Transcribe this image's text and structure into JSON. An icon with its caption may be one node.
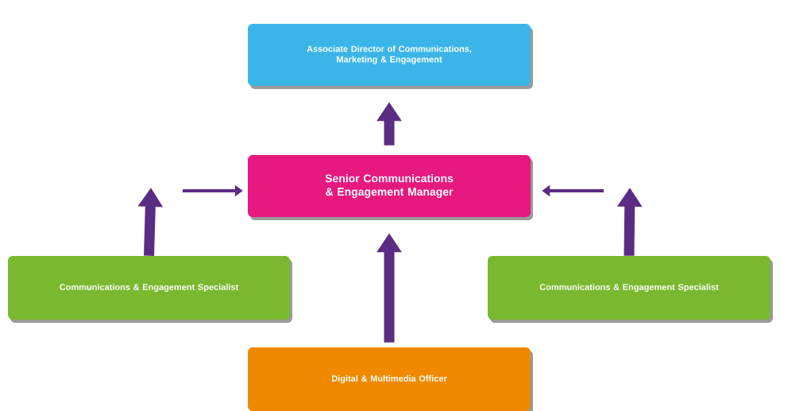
{
  "diagram": {
    "nodes": [
      {
        "text": [
          "Associate Director of Communications, Marketing & Engagement"
        ]
      },
      {
        "text": [
          "Senior Communications & Engagement Manager"
        ]
      },
      {
        "text": [
          "Communications & Engagement Specialist"
        ]
      },
      {
        "text": [
          "Communications & Engagement Specialist"
        ]
      },
      {
        "text": [
          "Digital & Multimedia Officer"
        ]
      }
    ],
    "edges": [
      {
        "from": 1,
        "to": 0,
        "arrow": "to"
      },
      {
        "from": 2,
        "to": null,
        "arrow": "to"
      },
      {
        "from": null,
        "to": 1,
        "arrow": "to"
      },
      {
        "from": 3,
        "to": null,
        "arrow": "to"
      },
      {
        "from": null,
        "to": 1,
        "arrow": "to"
      },
      {
        "from": 4,
        "to": 1,
        "arrow": "to"
      }
    ]
  }
}
